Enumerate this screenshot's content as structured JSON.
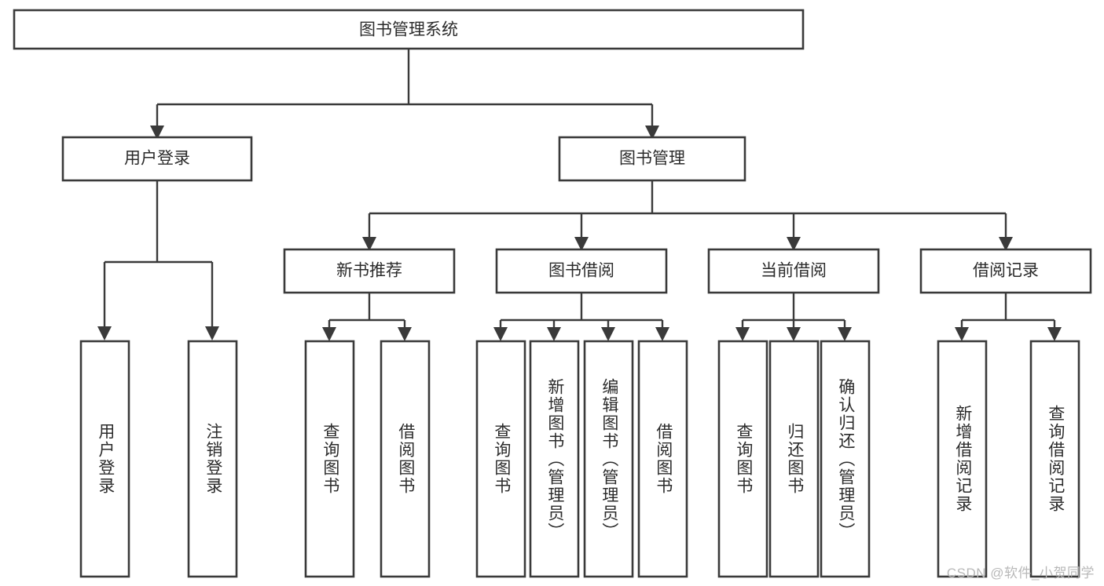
{
  "diagram": {
    "type": "tree-hierarchy",
    "title": "图书管理系统",
    "orientation": "top-down",
    "colors": {
      "stroke": "#3a3a3a",
      "box_fill": "#ffffff",
      "text": "#2b2b2b",
      "background": "#ffffff",
      "watermark": "#b8b8b8"
    },
    "root": {
      "label": "图书管理系统"
    },
    "level1": [
      {
        "label": "用户登录"
      },
      {
        "label": "图书管理"
      }
    ],
    "level2": [
      {
        "label": "新书推荐"
      },
      {
        "label": "图书借阅"
      },
      {
        "label": "当前借阅"
      },
      {
        "label": "借阅记录"
      }
    ],
    "leaves": {
      "user_login": [
        {
          "label": "用户登录"
        },
        {
          "label": "注销登录"
        }
      ],
      "new_book_recommend": [
        {
          "label": "查询图书"
        },
        {
          "label": "借阅图书"
        }
      ],
      "book_borrow": [
        {
          "label": "查询图书"
        },
        {
          "label": "新增图书（管理员）"
        },
        {
          "label": "编辑图书（管理员）"
        },
        {
          "label": "借阅图书"
        }
      ],
      "current_borrow": [
        {
          "label": "查询图书"
        },
        {
          "label": "归还图书"
        },
        {
          "label": "确认归还（管理员）"
        }
      ],
      "borrow_records": [
        {
          "label": "新增借阅记录"
        },
        {
          "label": "查询借阅记录"
        }
      ]
    }
  },
  "watermark": {
    "text": "CSDN @软件_小贺同学"
  }
}
